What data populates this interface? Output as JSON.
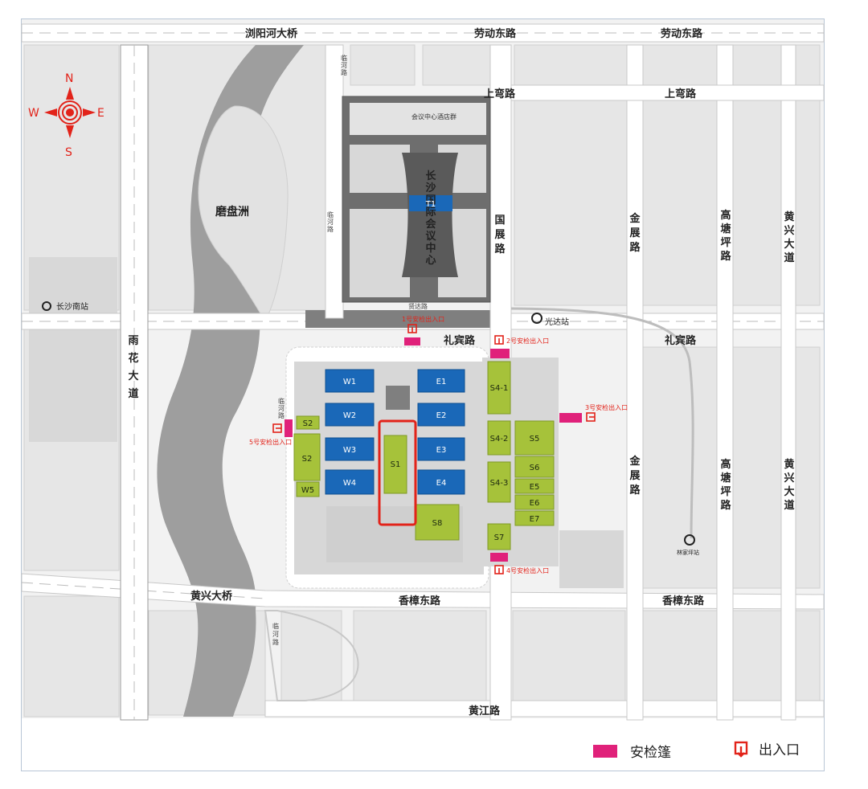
{
  "compass": {
    "north": "N",
    "south": "S",
    "west": "W",
    "east": "E"
  },
  "roads": {
    "liuyang_bridge": "浏阳河大桥",
    "laodong_east_1": "劳动东路",
    "laodong_east_2": "劳动东路",
    "shangwan_1": "上弯路",
    "shangwan_2": "上弯路",
    "libin_1": "礼宾路",
    "libin_2": "礼宾路",
    "huangxing_bridge": "黄兴大桥",
    "xiangzhang_east_1": "香樟东路",
    "xiangzhang_east_2": "香樟东路",
    "huangjiang": "黄江路",
    "yuhua": "雨花大道",
    "guozhan": "国展路",
    "jinzhan_1": "金展路",
    "jinzhan_2": "金展路",
    "gaotangping_1": "高塘坪路",
    "gaotangping_2": "高塘坪路",
    "huangxing_ave_1": "黄兴大道",
    "huangxing_ave_2": "黄兴大道",
    "linhe_1": "临河路",
    "linhe_2": "临河路",
    "linhe_3": "临河路",
    "linhe_4": "临河路",
    "xianda": "贤达路"
  },
  "places": {
    "mopanzhou": "磨盘洲",
    "changsha_south": "长沙南站",
    "guangda": "光达站",
    "hotel_group": "会议中心酒店群",
    "conference": "长沙国际会议中心",
    "conference_hall": "T1",
    "linjiaping": "林家坪站"
  },
  "halls_blue": [
    "W1",
    "W2",
    "W3",
    "W4",
    "E1",
    "E2",
    "E3",
    "E4"
  ],
  "halls_green": [
    "S1",
    "S2",
    "S2",
    "W5",
    "S4-1",
    "S4-2",
    "S4-3",
    "S5",
    "S6",
    "E5",
    "E6",
    "E7",
    "S7",
    "S8"
  ],
  "gates": {
    "gate1": "1号安检出入口",
    "gate2": "2号安检出入口",
    "gate3": "3号安检出入口",
    "gate4": "4号安检出入口",
    "gate5": "5号安检出入口"
  },
  "colors": {
    "blue_hall": "#1a68b8",
    "green_hall": "#a6c23a",
    "security_tent": "#e0217a",
    "highlight": "#e2231a",
    "river": "#9e9e9e",
    "block": "#e7e7e7"
  },
  "legend": {
    "tent": "安检篷",
    "gate": "出入口"
  }
}
